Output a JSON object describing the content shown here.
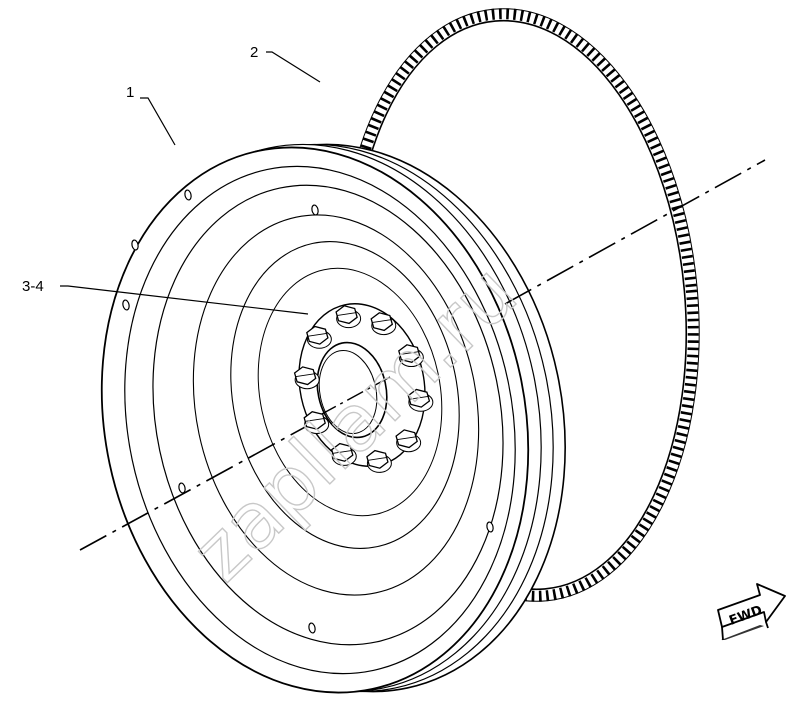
{
  "callouts": {
    "c1": "1",
    "c2": "2",
    "c34": "3-4"
  },
  "watermark": "zapllam.ru",
  "fwd_label": "FWD"
}
